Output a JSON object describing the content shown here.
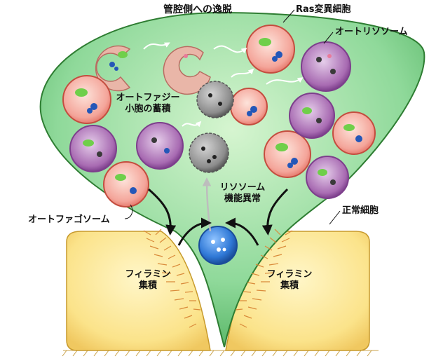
{
  "labels": {
    "title_escape": "管腔側への逸脱",
    "ras_cell": "Ras変異細胞",
    "autolysosome": "オートリソソーム",
    "autophagy_vesicle_line1": "オートファジー",
    "autophagy_vesicle_line2": "小胞の蓄積",
    "lysosome_dys_line1": "リソソーム",
    "lysosome_dys_line2": "機能異常",
    "autophagosome": "オートファゴソーム",
    "normal_cell": "正常細胞",
    "filamin_left_line1": "フィラミン",
    "filamin_left_line2": "集積",
    "filamin_right_line1": "フィラミン",
    "filamin_right_line2": "集積"
  },
  "colors": {
    "ras_cell_fill": "#8fd99a",
    "ras_cell_stroke": "#2e7d32",
    "normal_cell_fill": "#fbe38a",
    "normal_cell_stroke": "#c79a2c",
    "autophagosome_fill": "#f6a7a0",
    "autolysosome_fill": "#a86bb2",
    "lysosome_fill": "#3b7fd9",
    "vesicle_gray": "#8c8c8c",
    "filamin_orange": "#d98a3a"
  }
}
